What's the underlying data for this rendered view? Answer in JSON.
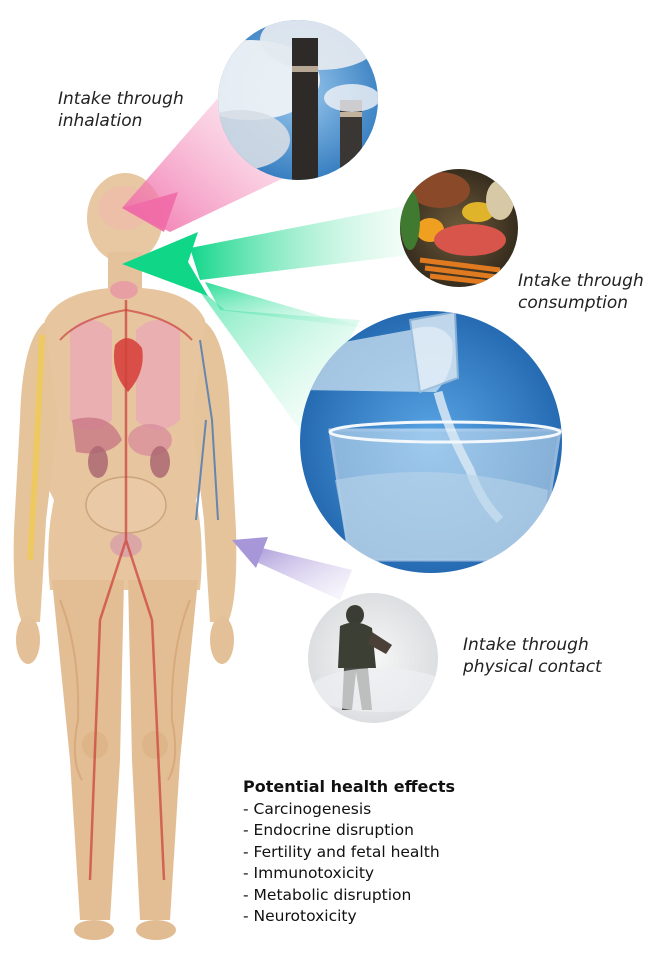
{
  "labels": {
    "inhalation": [
      "Intake through",
      "inhalation"
    ],
    "consumption": [
      "Intake through",
      "consumption"
    ],
    "contact": [
      "Intake through",
      "physical contact"
    ]
  },
  "effects": {
    "title": "Potential health effects",
    "items": [
      "Carcinogenesis",
      "Endocrine disruption",
      "Fertility and fetal health",
      "Immunotoxicity",
      "Metabolic disruption",
      "Neurotoxicity"
    ]
  },
  "colors": {
    "body": "#e6c39a",
    "inhalation_arrow": "#f4a6c6",
    "consumption_arrow": "#16d98a",
    "contact_arrow": "#b7a7dd",
    "sky": "#2a6fb0"
  }
}
